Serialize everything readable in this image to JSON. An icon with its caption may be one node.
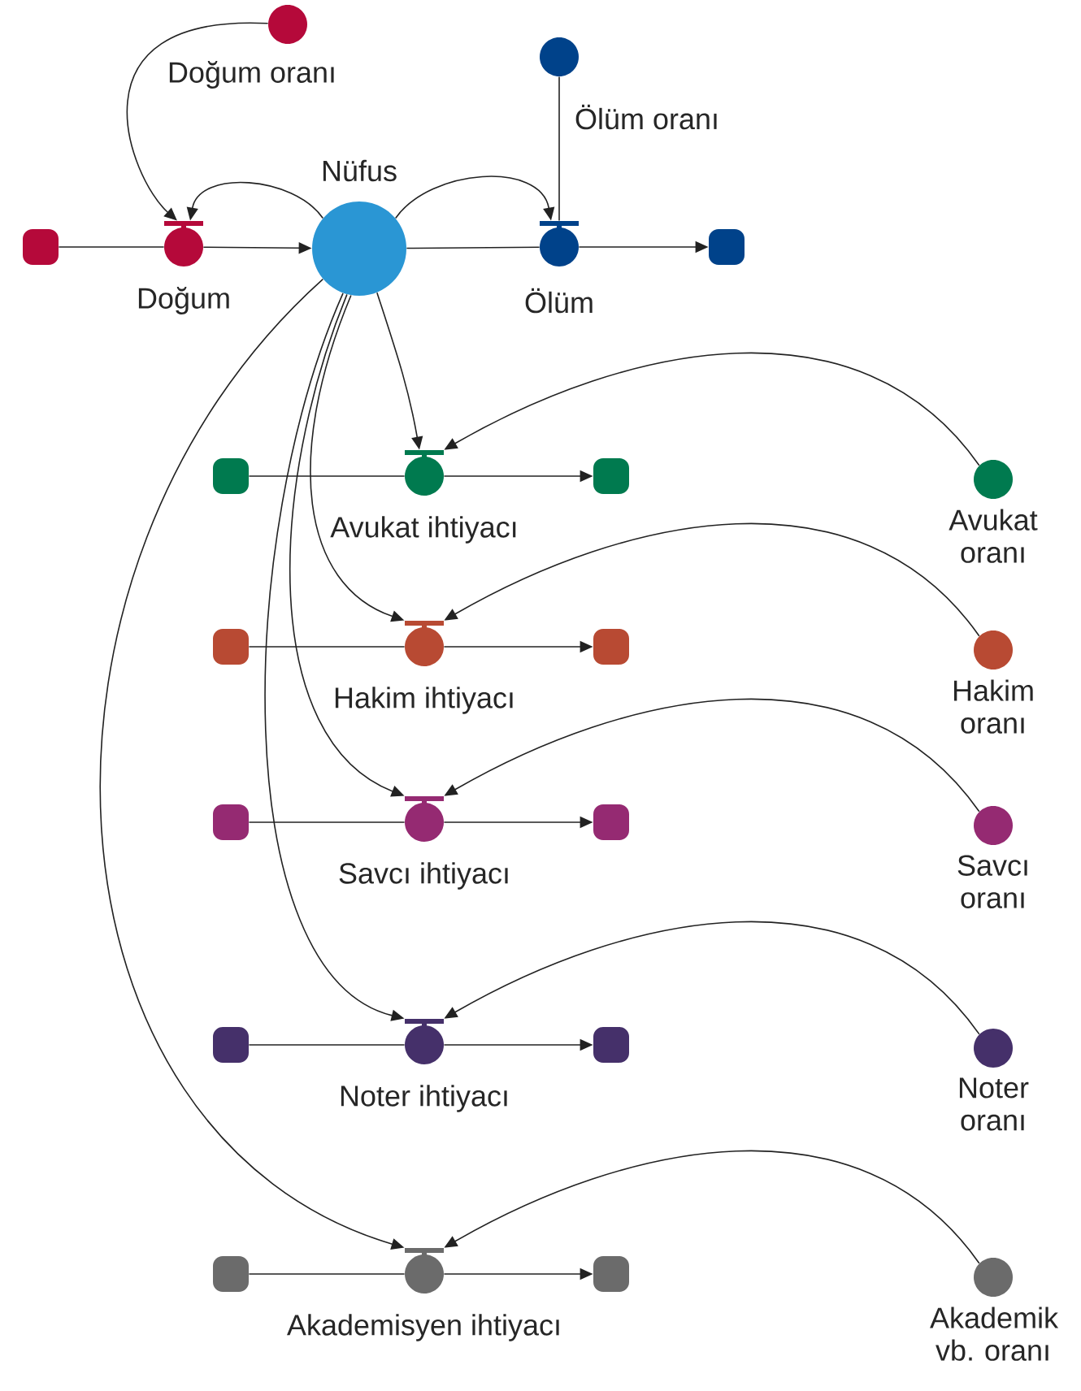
{
  "diagram": {
    "nodes": [
      {
        "text": [
          "Nüfus"
        ]
      },
      {
        "text": [],
        "shape": "cloud"
      },
      {
        "text": [
          "Doğum"
        ]
      },
      {
        "text": [
          "Doğum oranı"
        ]
      },
      {
        "text": [
          "Ölüm"
        ]
      },
      {
        "text": [],
        "shape": "cloud"
      },
      {
        "text": [
          "Ölüm oranı"
        ]
      },
      {
        "text": [],
        "shape": "cloud"
      },
      {
        "text": [
          "Avukat ihtiyacı"
        ]
      },
      {
        "text": [],
        "shape": "cloud"
      },
      {
        "text": [
          "Avukat oranı"
        ]
      },
      {
        "text": [],
        "shape": "cloud"
      },
      {
        "text": [
          "Hakim ihtiyacı"
        ]
      },
      {
        "text": [],
        "shape": "cloud"
      },
      {
        "text": [
          "Hakim oranı"
        ]
      },
      {
        "text": [],
        "shape": "cloud"
      },
      {
        "text": [
          "Savcı ihtiyacı"
        ]
      },
      {
        "text": [],
        "shape": "cloud"
      },
      {
        "text": [
          "Savcı oranı"
        ]
      },
      {
        "text": [],
        "shape": "cloud"
      },
      {
        "text": [
          "Noter ihtiyacı"
        ]
      },
      {
        "text": [],
        "shape": "cloud"
      },
      {
        "text": [
          "Noter oranı"
        ]
      },
      {
        "text": [],
        "shape": "cloud"
      },
      {
        "text": [
          "Akademisyen ihtiyacı"
        ]
      },
      {
        "text": [],
        "shape": "cloud"
      },
      {
        "text": [
          "Akademik vb. oranı"
        ]
      }
    ],
    "edges": [
      {
        "from": 1,
        "to": 2,
        "arrow": "none"
      },
      {
        "from": 2,
        "to": 0,
        "arrow": "to"
      },
      {
        "from": 3,
        "to": 2,
        "arrow": "to"
      },
      {
        "from": 0,
        "to": 2,
        "arrow": "to"
      },
      {
        "from": 0,
        "to": 4,
        "arrow": "to"
      },
      {
        "from": 0,
        "to": 4,
        "arrow": "none"
      },
      {
        "from": 4,
        "to": 5,
        "arrow": "to"
      },
      {
        "from": 6,
        "to": 4,
        "arrow": "none"
      },
      {
        "from": 7,
        "to": 8,
        "arrow": "none"
      },
      {
        "from": 8,
        "to": 9,
        "arrow": "to"
      },
      {
        "from": 0,
        "to": 8,
        "arrow": "to"
      },
      {
        "from": 10,
        "to": 8,
        "arrow": "to"
      },
      {
        "from": 11,
        "to": 12,
        "arrow": "none"
      },
      {
        "from": 12,
        "to": 13,
        "arrow": "to"
      },
      {
        "from": 0,
        "to": 12,
        "arrow": "to"
      },
      {
        "from": 14,
        "to": 12,
        "arrow": "to"
      },
      {
        "from": 15,
        "to": 16,
        "arrow": "none"
      },
      {
        "from": 16,
        "to": 17,
        "arrow": "to"
      },
      {
        "from": 0,
        "to": 16,
        "arrow": "to"
      },
      {
        "from": 18,
        "to": 16,
        "arrow": "to"
      },
      {
        "from": 19,
        "to": 20,
        "arrow": "none"
      },
      {
        "from": 20,
        "to": 21,
        "arrow": "to"
      },
      {
        "from": 0,
        "to": 20,
        "arrow": "to"
      },
      {
        "from": 22,
        "to": 20,
        "arrow": "to"
      },
      {
        "from": 23,
        "to": 24,
        "arrow": "none"
      },
      {
        "from": 24,
        "to": 25,
        "arrow": "to"
      },
      {
        "from": 0,
        "to": 24,
        "arrow": "to"
      },
      {
        "from": 26,
        "to": 24,
        "arrow": "to"
      }
    ]
  }
}
